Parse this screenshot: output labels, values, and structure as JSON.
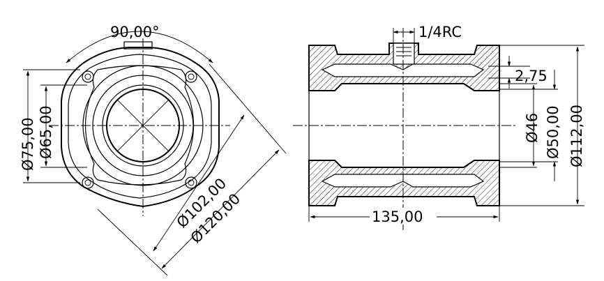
{
  "front_view": {
    "angle_dimension": "90,00°",
    "diameter_labels": [
      "Ø75,00",
      "Ø65,00"
    ],
    "bolt_circle_labels": [
      "Ø102,00",
      "Ø120,00"
    ]
  },
  "section_view": {
    "thread_label": "1/4RC",
    "length_label": "135,00",
    "groove_label": "2,75",
    "diameter_labels": [
      "Ø46",
      "Ø50,00",
      "Ø112,00"
    ]
  }
}
